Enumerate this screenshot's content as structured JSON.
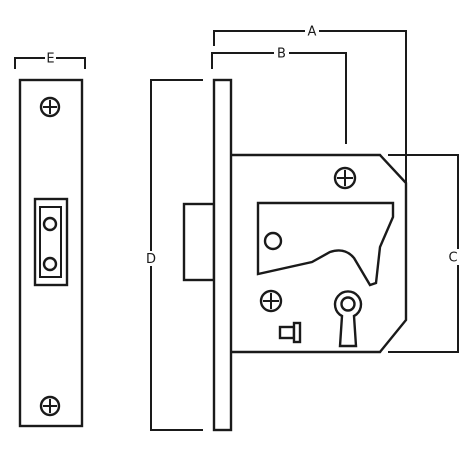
{
  "labels": {
    "a": "A",
    "b": "B",
    "c": "C",
    "d": "D",
    "e": "E"
  },
  "colors": {
    "line": "#1a1a1a",
    "background": "#ffffff"
  }
}
